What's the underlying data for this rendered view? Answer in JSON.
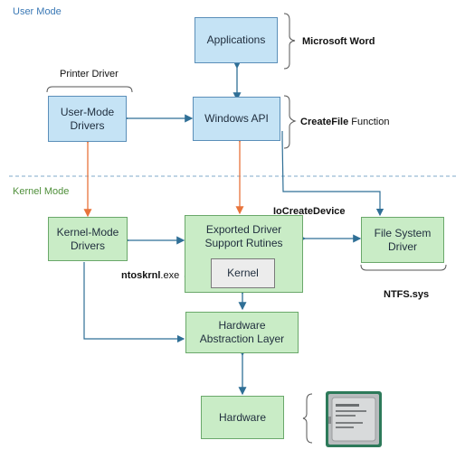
{
  "modes": {
    "user": "User Mode",
    "kernel": "Kernel Mode"
  },
  "boxes": {
    "applications": "Applications",
    "windows_api": "Windows API",
    "user_mode_drivers": "User-Mode\nDrivers",
    "kernel_mode_drivers": "Kernel-Mode\nDrivers",
    "exported_support": "Exported Driver\nSupport Rutines",
    "kernel": "Kernel",
    "file_system_driver": "File System\nDriver",
    "hal": "Hardware\nAbstraction Layer",
    "hardware": "Hardware"
  },
  "annotations": {
    "printer_driver": "Printer Driver",
    "microsoft_word": "Microsoft Word",
    "createfile_bold": "CreateFile",
    "createfile_rest": " Function",
    "iocreatedevice": "IoCreateDevice",
    "ntoskrnl_bold": "ntoskrnl",
    "ntoskrnl_rest": ".exe",
    "ntfs": "NTFS.sys"
  },
  "colors": {
    "user_box_fill": "#c5e3f5",
    "kernel_box_fill": "#c9ecc6",
    "user_arrow": "#3d7aa8",
    "cross_arrow": "#e8743b",
    "mode_label": "#3a78b5"
  },
  "icons": {
    "cpu": "intel-cpu-chip-icon"
  }
}
